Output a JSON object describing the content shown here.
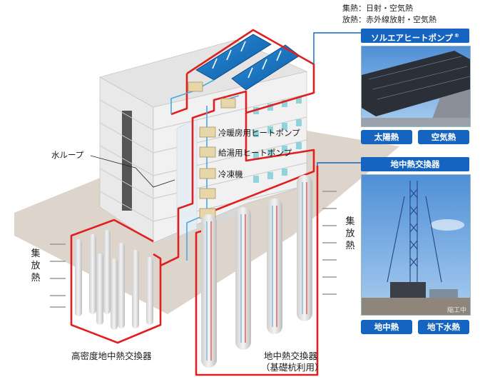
{
  "legend": {
    "line1": "集熱：日射・空気熱",
    "line2": "放熱：赤外線放射・空気熱"
  },
  "solar_panel": {
    "header": "ソルエアヒートポンプ",
    "registered_mark": "®",
    "tags": [
      "太陽熱",
      "空気熱"
    ]
  },
  "ground_panel": {
    "header": "地中熱交換器",
    "tags": [
      "地中熱",
      "地下水熱"
    ],
    "watermark": "縮工中"
  },
  "labels": {
    "water_loop": "水ループ",
    "heat_pump_cooling_heating": "冷暖房用ヒートポンプ",
    "heat_pump_hot_water": "給湯用ヒートポンプ",
    "refrigerator": "冷凍機",
    "heat_exchange_left": "集放熱",
    "heat_exchange_right": "集放熱",
    "high_density_exchanger": "高密度地中熱交換器",
    "foundation_exchanger_line1": "地中熱交換器",
    "foundation_exchanger_line2": "（基礎杭利用）"
  },
  "colors": {
    "loop_red": "#e02020",
    "pipe_blue": "#4aa8e0",
    "panel_blue": "#1565c0",
    "building_wall": "#e8e8e8",
    "ground": "#ddd4cc"
  }
}
